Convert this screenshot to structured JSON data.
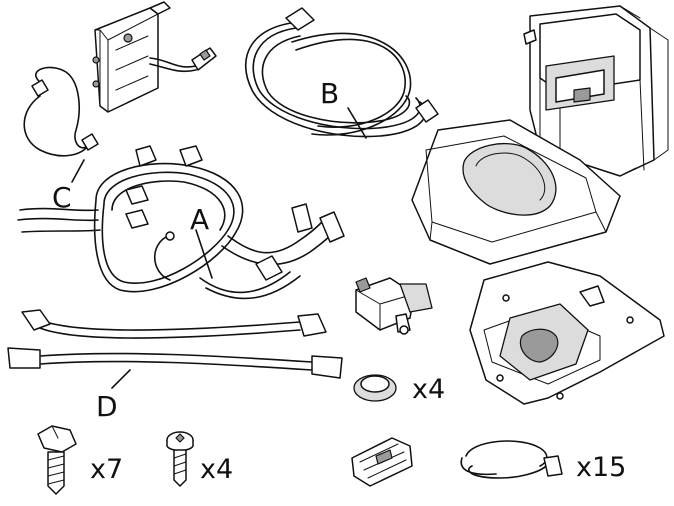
{
  "callouts": {
    "a": "A",
    "b": "B",
    "c": "C",
    "d": "D"
  },
  "quantities": {
    "grommet": "x4",
    "hex_bolt": "x7",
    "torx_screw": "x4",
    "cable_tie": "x15"
  }
}
